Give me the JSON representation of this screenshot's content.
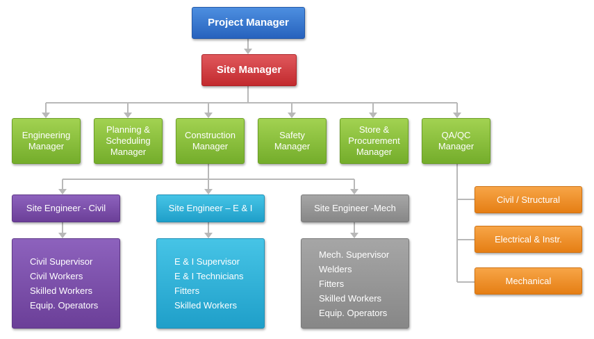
{
  "project_manager": "Project Manager",
  "site_manager": "Site Manager",
  "managers": [
    [
      "Engineering",
      "Manager"
    ],
    [
      "Planning &",
      "Scheduling",
      "Manager"
    ],
    [
      "Construction",
      "Manager"
    ],
    [
      "Safety",
      "Manager"
    ],
    [
      "Store &",
      "Procurement",
      "Manager"
    ],
    [
      "QA/QC",
      "Manager"
    ]
  ],
  "site_engineers": [
    {
      "title": "Site Engineer - Civil",
      "members": [
        "Civil Supervisor",
        "Civil Workers",
        "Skilled Workers",
        "Equip. Operators"
      ]
    },
    {
      "title": "Site Engineer – E & I",
      "members": [
        "E & I Supervisor",
        "E & I Technicians",
        "Fitters",
        "Skilled Workers"
      ]
    },
    {
      "title": "Site Engineer -Mech",
      "members": [
        "Mech. Supervisor",
        "Welders",
        "Fitters",
        "Skilled Workers",
        "Equip. Operators"
      ]
    }
  ],
  "qaqc_areas": [
    "Civil / Structural",
    "Electrical & Instr.",
    "Mechanical"
  ],
  "colors": {
    "project_manager": "#2d6cc7",
    "site_manager": "#cf3a3e",
    "managers": "#8cc040",
    "civil": "#7a4ea8",
    "e_and_i": "#2fb2da",
    "mech": "#8f8f8f",
    "qaqc_areas": "#ef8c26",
    "connector": "#b8b8b8"
  }
}
